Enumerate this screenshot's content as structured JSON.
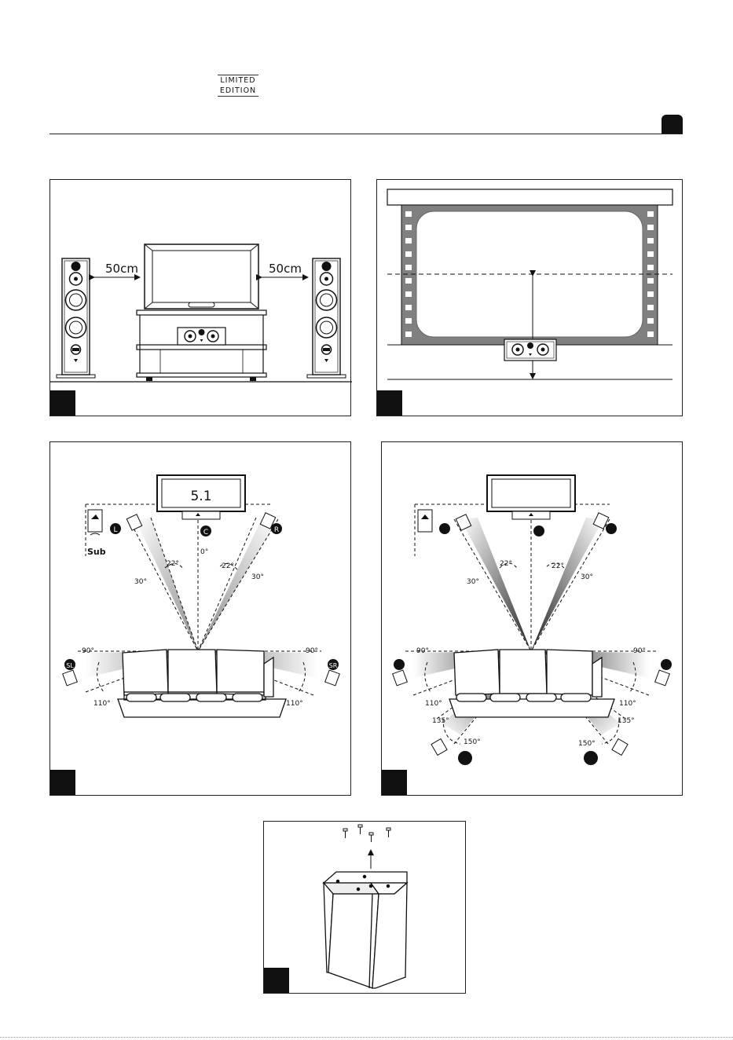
{
  "header": {
    "logo_line1": "LIMITED",
    "logo_line2": "EDITION"
  },
  "panel1": {
    "distance_left": "50cm",
    "distance_right": "50cm"
  },
  "panel3": {
    "screen_label": "5.1",
    "channel_left": "L",
    "channel_center": "C",
    "channel_right": "R",
    "channel_surround_left": "SL",
    "channel_surround_right": "SR",
    "sub_label": "Sub",
    "angle_0": "0°",
    "angle_22_left": "22°",
    "angle_22_right": "22°",
    "angle_30_left": "30°",
    "angle_30_right": "30°",
    "angle_90_left": "90°",
    "angle_90_right": "90°",
    "angle_110_left": "110°",
    "angle_110_right": "110°"
  },
  "panel4": {
    "angle_22_left": "22°",
    "angle_22_right": "22°",
    "angle_30_left": "30°",
    "angle_30_right": "30°",
    "angle_90_left": "90°",
    "angle_90_right": "90°",
    "angle_110_left": "110°",
    "angle_110_right": "110°",
    "angle_135_left": "135°",
    "angle_135_right": "135°",
    "angle_150_left": "150°",
    "angle_150_right": "150°"
  }
}
